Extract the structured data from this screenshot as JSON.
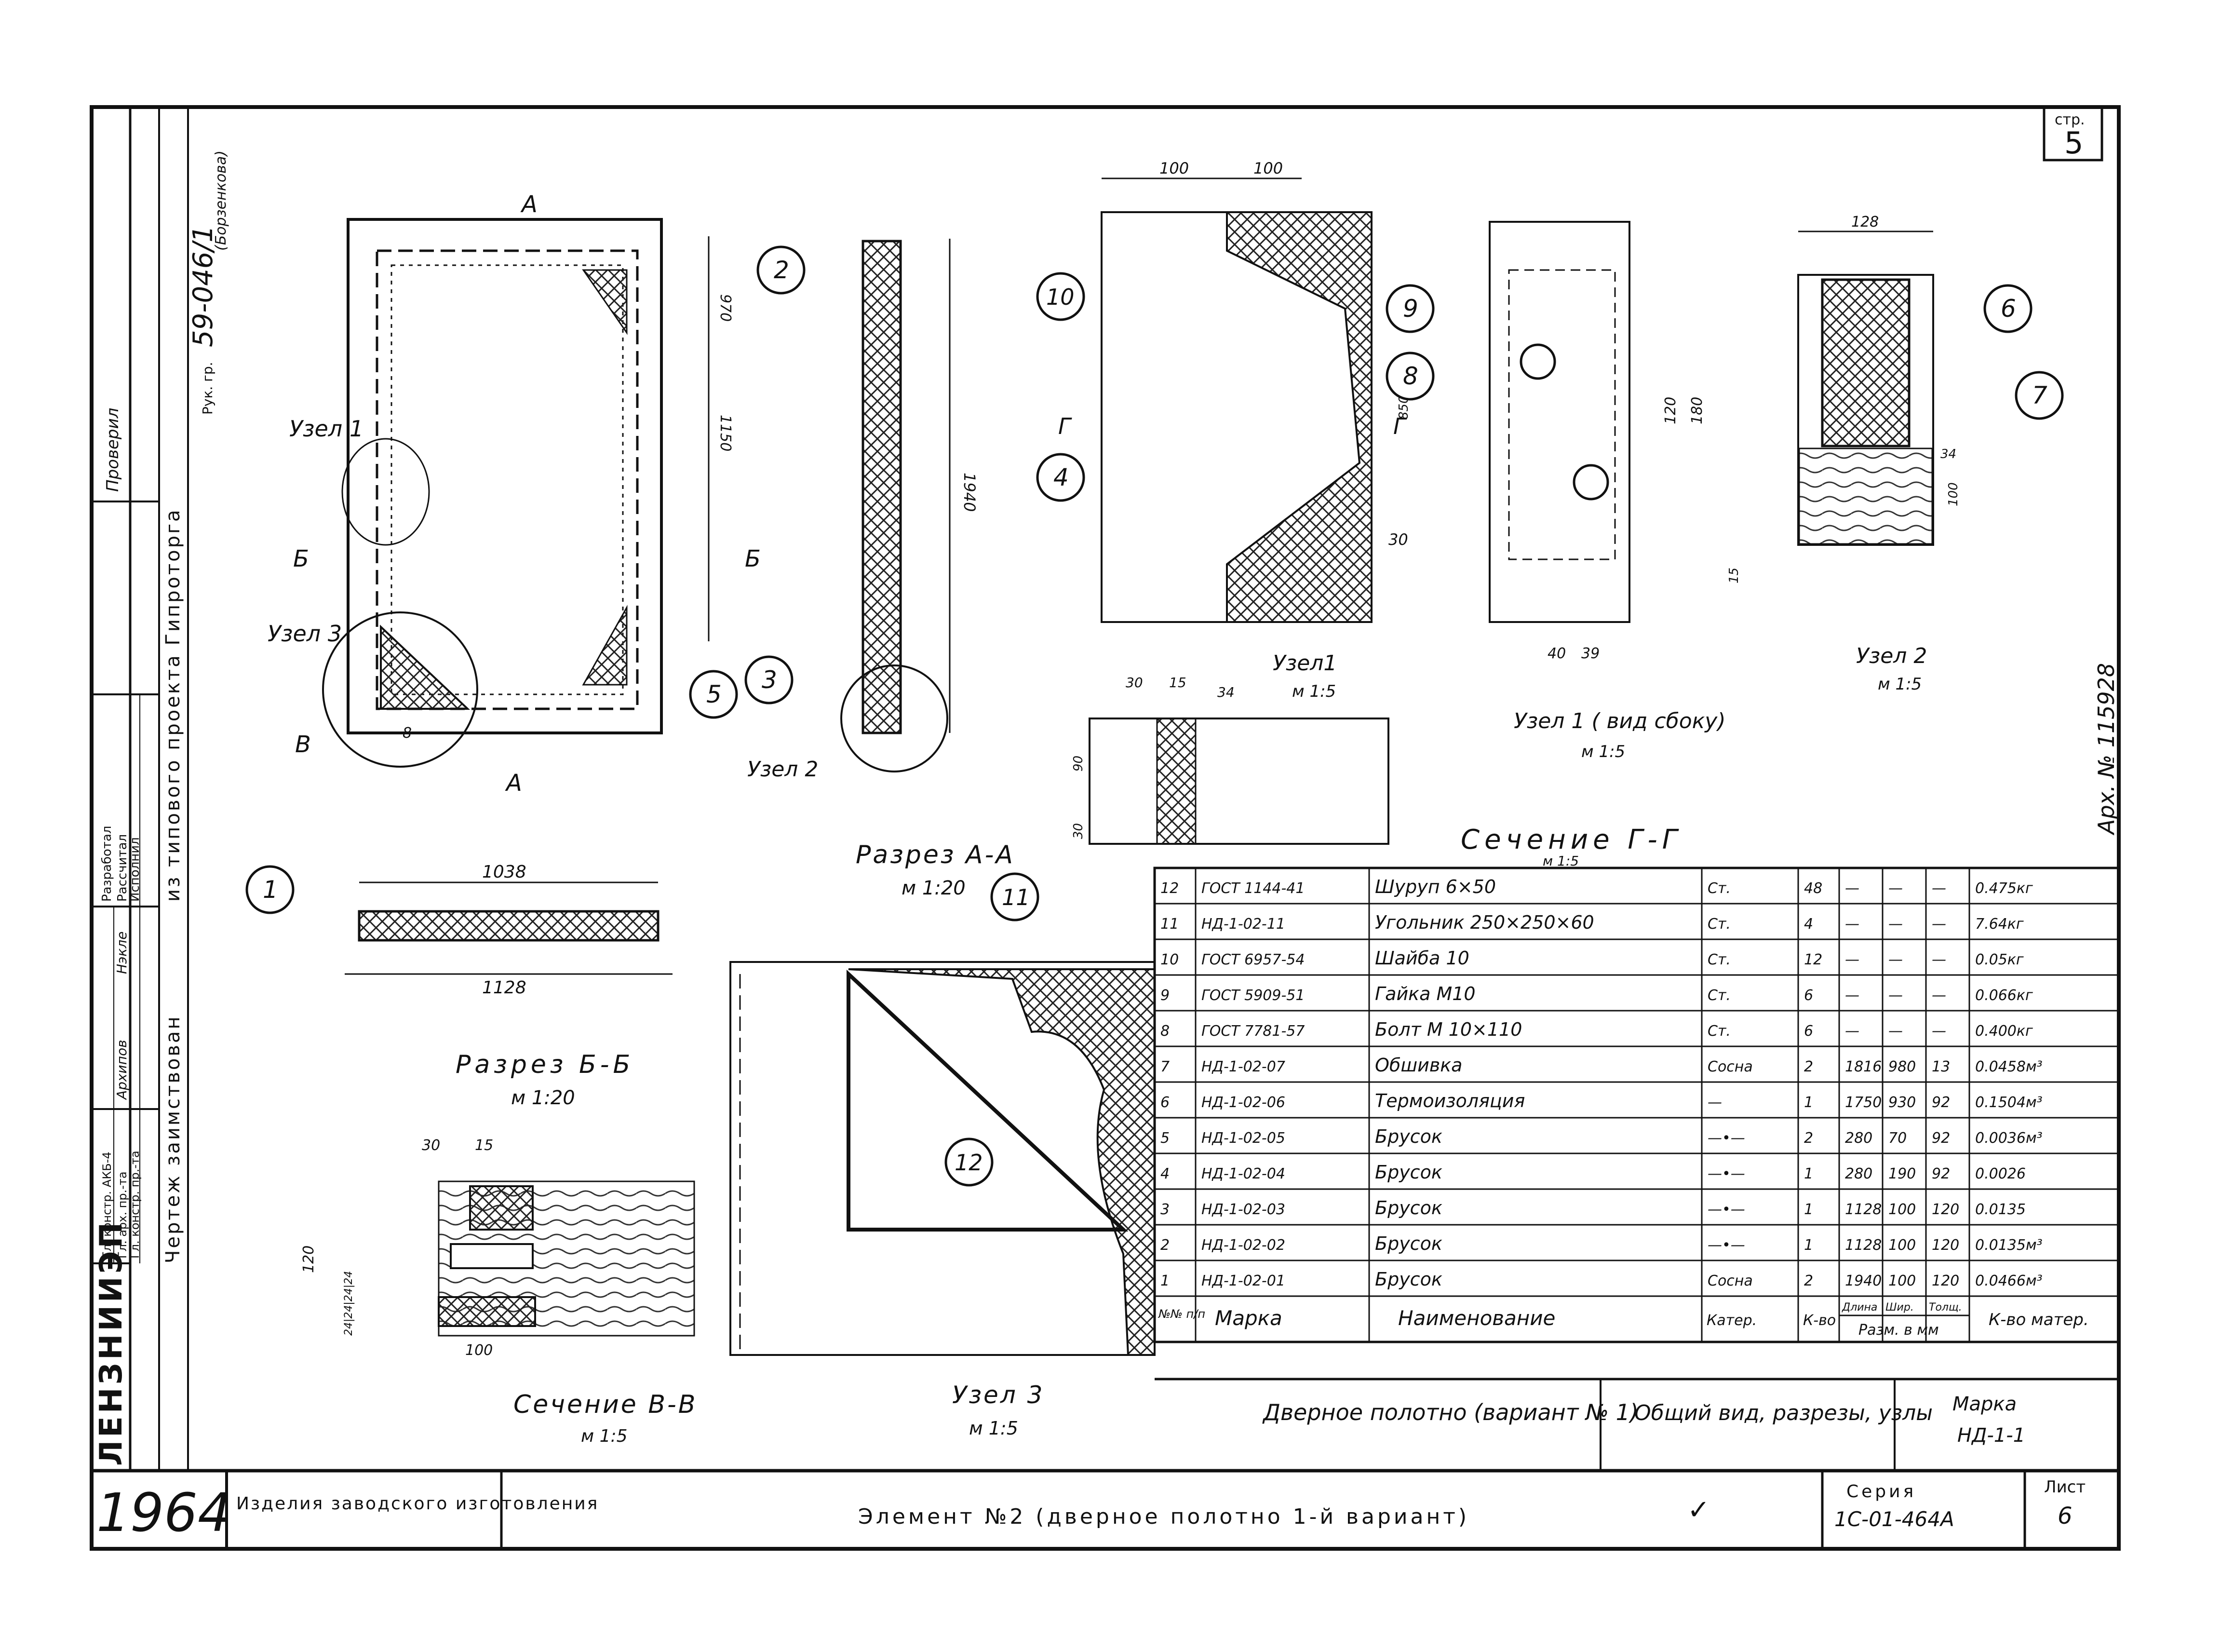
{
  "sheet": {
    "page_label": "стр.",
    "page_number": "5",
    "archive_number": "Арх. № 115928",
    "year": "1964",
    "org": "ЛЕНЗНИИЭП",
    "source_line1": "Чертеж заимствован",
    "source_line2": "из типового проекта Гипроторга",
    "project_code": "59-046/1",
    "project_note": "(Борзенкова)",
    "head_label": "Рук. гр.",
    "verify_label": "Проверил",
    "stamp_rows": [
      "Гл. констр. АКБ-4",
      "Гл. арх. пр.-та",
      "Гл. констр. пр.-та",
      "Разработал",
      "Рассчитал",
      "Исполнил"
    ],
    "stamp_sign1": "Архипов",
    "stamp_sign2": "Нэкле"
  },
  "labels": {
    "node1": "Узел 1",
    "node3": "Узел 3",
    "node2": "Узел 2",
    "section_b": "Б",
    "section_v": "В",
    "section_g": "Г",
    "section_a": "А",
    "node1_title": "Узел1",
    "node1_scale": "м 1:5",
    "node1_side_title": "Узел 1 ( вид сбоку)",
    "node1_side_scale": "м 1:5",
    "node2_title": "Узел 2",
    "node2_scale": "м 1:5",
    "section_gg_title": "Сечение Г-Г",
    "section_gg_scale": "м 1:5",
    "razrez_aa_title": "Разрез А-А",
    "razrez_aa_scale": "м 1:20",
    "razrez_bb_title": "Разрез Б-Б",
    "razrez_bb_scale": "м 1:20",
    "section_vv_title": "Сечение В-В",
    "section_vv_scale": "м 1:5",
    "node3_title": "Узел 3",
    "node3_scale": "м 1:5"
  },
  "callouts": [
    "1",
    "2",
    "3",
    "4",
    "5",
    "6",
    "7",
    "8",
    "9",
    "10",
    "11",
    "12"
  ],
  "dims": {
    "d970": "970",
    "d1150": "1150",
    "d1940": "1940",
    "d100a": "100",
    "d100b": "100",
    "d850": "850",
    "d30deg": "30",
    "d120": "120",
    "d180": "180",
    "d40": "40",
    "d39": "39",
    "d128": "128",
    "d34": "34",
    "d100c": "100",
    "d15": "15",
    "d30a": "30",
    "d15a": "15",
    "d34a": "34",
    "d90": "90",
    "d30b": "30",
    "d1038": "1038",
    "d1128": "1128",
    "d30c": "30",
    "d15b": "15",
    "d120b": "120",
    "d100d": "100",
    "d24": "24|24|24|24",
    "d8": "8"
  },
  "spec": {
    "rows": [
      [
        "12",
        "ГОСТ 1144-41",
        "Шуруп 6×50",
        "Ст.",
        "48",
        "—",
        "—",
        "—",
        "0.475кг"
      ],
      [
        "11",
        "НД-1-02-11",
        "Угольник 250×250×60",
        "Ст.",
        "4",
        "—",
        "—",
        "—",
        "7.64кг"
      ],
      [
        "10",
        "ГОСТ 6957-54",
        "Шайба 10",
        "Ст.",
        "12",
        "—",
        "—",
        "—",
        "0.05кг"
      ],
      [
        "9",
        "ГОСТ 5909-51",
        "Гайка М10",
        "Ст.",
        "6",
        "—",
        "—",
        "—",
        "0.066кг"
      ],
      [
        "8",
        "ГОСТ 7781-57",
        "Болт М 10×110",
        "Ст.",
        "6",
        "—",
        "—",
        "—",
        "0.400кг"
      ],
      [
        "7",
        "НД-1-02-07",
        "Обшивка",
        "Сосна",
        "2",
        "1816",
        "980",
        "13",
        "0.0458м³"
      ],
      [
        "6",
        "НД-1-02-06",
        "Термоизоляция",
        "—",
        "1",
        "1750",
        "930",
        "92",
        "0.1504м³"
      ],
      [
        "5",
        "НД-1-02-05",
        "Брусок",
        "—•—",
        "2",
        "280",
        "70",
        "92",
        "0.0036м³"
      ],
      [
        "4",
        "НД-1-02-04",
        "Брусок",
        "—•—",
        "1",
        "280",
        "190",
        "92",
        "0.0026"
      ],
      [
        "3",
        "НД-1-02-03",
        "Брусок",
        "—•—",
        "1",
        "1128",
        "100",
        "120",
        "0.0135"
      ],
      [
        "2",
        "НД-1-02-02",
        "Брусок",
        "—•—",
        "1",
        "1128",
        "100",
        "120",
        "0.0135м³"
      ],
      [
        "1",
        "НД-1-02-01",
        "Брусок",
        "Сосна",
        "2",
        "1940",
        "100",
        "120",
        "0.0466м³"
      ]
    ],
    "head": {
      "num": "№№ п/п",
      "mark": "Марка",
      "name": "Наименование",
      "cat": "Катер.",
      "qty": "К-во",
      "len": "Длина",
      "wid": "Шир.",
      "thk": "Толщ.",
      "size": "Разм. в мм",
      "mat": "К-во матер."
    }
  },
  "title_block": {
    "name": "Дверное полотно (вариант № 1)",
    "view": "Общий вид, разрезы, узлы",
    "mark_label": "Марка",
    "mark": "НД-1-1",
    "bottom_left": "Изделия заводского изготовления",
    "element": "Элемент №2 (дверное полотно 1-й вариант)",
    "check": "✓",
    "series_label": "Серия",
    "series": "1С-01-464А",
    "sheet_label": "Лист",
    "sheet_no": "6"
  }
}
